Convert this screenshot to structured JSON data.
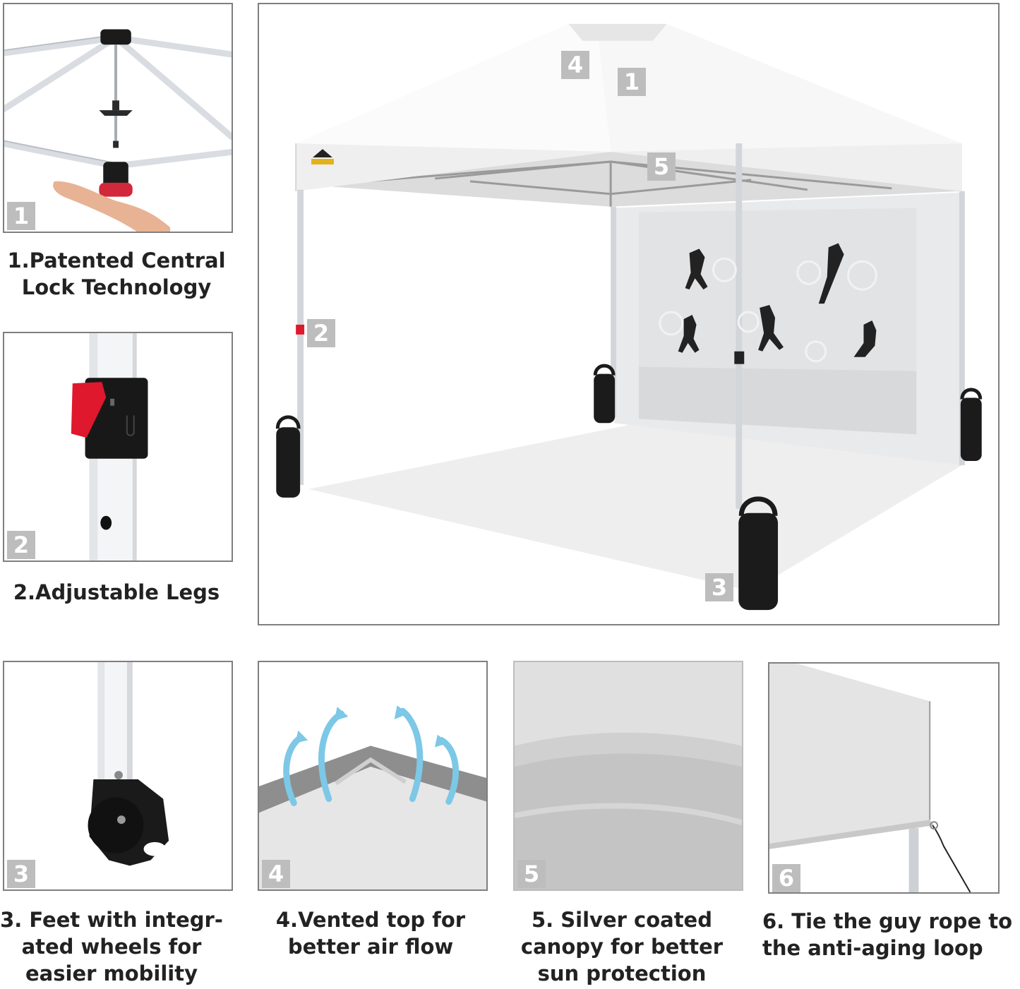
{
  "colors": {
    "frame": "#7f7f7f",
    "badge": "#bdbdbd",
    "badge_text": "#ffffff",
    "caption_text": "#222222",
    "canopy": "#f2f2f2",
    "leg_lock": "#e0182d",
    "vent_arrow": "#7cc8e6",
    "silver": "#c9c9c9"
  },
  "icons": {
    "central_lock": "central-lock-icon",
    "leg_latch": "leg-latch-icon",
    "wheel_foot": "wheel-foot-icon",
    "vent_arrows": "vent-arrows-icon",
    "sandbag": "sandbag-icon"
  },
  "main": {
    "badges": [
      "4",
      "1",
      "5",
      "2",
      "3"
    ]
  },
  "features": [
    {
      "badge": "1",
      "caption_lines": [
        "1.Patented Central",
        "Lock Technology"
      ]
    },
    {
      "badge": "2",
      "caption_lines": [
        "2.Adjustable Legs"
      ]
    },
    {
      "badge": "3",
      "caption_lines": [
        "3. Feet with integr-",
        "ated wheels for",
        "easier mobility"
      ]
    },
    {
      "badge": "4",
      "caption_lines": [
        "4.Vented top for",
        "better air flow"
      ]
    },
    {
      "badge": "5",
      "caption_lines": [
        "5. Silver coated",
        "canopy for better",
        "sun protection"
      ]
    },
    {
      "badge": "6",
      "caption_lines": [
        "6. Tie the guy rope to",
        "the anti-aging loop"
      ]
    }
  ]
}
